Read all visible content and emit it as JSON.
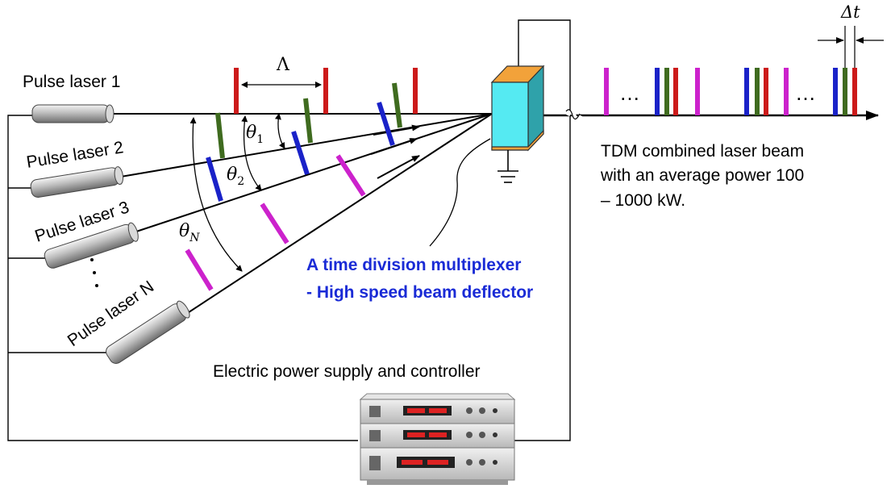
{
  "lasers": [
    {
      "label": "Pulse laser 1"
    },
    {
      "label": "Pulse laser 2"
    },
    {
      "label": "Pulse laser 3"
    },
    {
      "label": "Pulse laser N"
    }
  ],
  "symbols": {
    "period": "Λ",
    "delta_t": "Δt",
    "theta1_main": "θ",
    "theta1_sub": "1",
    "theta2_main": "θ",
    "theta2_sub": "2",
    "thetaN_main": "θ",
    "thetaN_sub": "N",
    "ellipsis": "…"
  },
  "multiplexer_label": {
    "line1": "A time division multiplexer",
    "line2": "- High speed beam deflector"
  },
  "output_label": {
    "line1": "TDM combined laser beam",
    "line2": "with an average power 100",
    "line3": "– 1000 kW."
  },
  "power_supply_label": "Electric power supply and controller",
  "colors": {
    "laser1_pulse": "#cc1a1a",
    "laser2_pulse": "#3f6b1f",
    "laser3_pulse": "#1a22c8",
    "laserN_pulse": "#cc22cc",
    "multiplexer_face": "#55eaf2",
    "multiplexer_top": "#f2a23a",
    "label_accent": "#1a2bd6"
  }
}
